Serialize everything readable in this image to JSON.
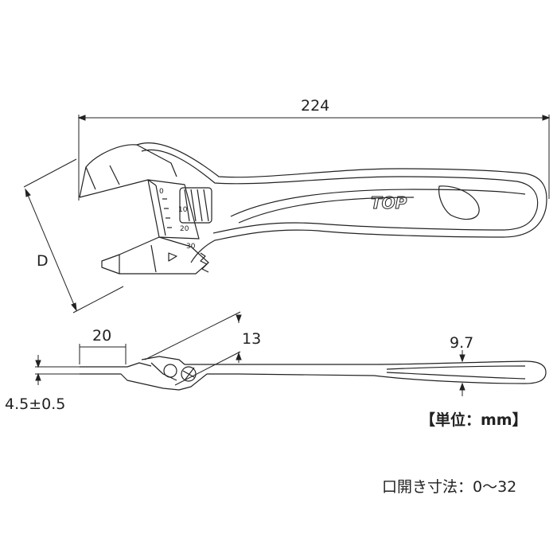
{
  "dimensions": {
    "overall_length": "224",
    "jaw_opening": "D",
    "head_length": "20",
    "head_thickness": "13",
    "handle_thickness": "9.7",
    "jaw_thickness": "4.5±0.5"
  },
  "logo": "TOP",
  "scale_marks": [
    "0",
    "10",
    "20",
    "30"
  ],
  "notes": {
    "unit": "【単位：mm】",
    "opening_range": "口開き寸法：0～32"
  }
}
